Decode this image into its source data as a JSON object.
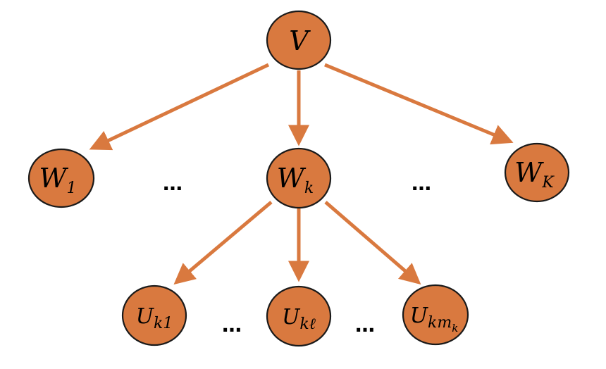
{
  "nodes": {
    "v": {
      "main": "V"
    },
    "w1": {
      "main": "W",
      "sub": "1"
    },
    "wk": {
      "main": "W",
      "sub": "k"
    },
    "wK": {
      "main": "W",
      "sub": "K"
    },
    "uk1": {
      "main": "U",
      "sub": "k1"
    },
    "ukl": {
      "main": "U",
      "sub": "kℓ"
    },
    "ukm": {
      "main": "U",
      "sub": "km",
      "subsub": "k"
    }
  },
  "ellipsis": {
    "top_left": "…",
    "top_right": "…",
    "bottom_left": "…",
    "bottom_right": "…"
  },
  "colors": {
    "node_fill": "#D9793F",
    "node_stroke": "#1a1a1a",
    "edge": "#D9793F"
  }
}
